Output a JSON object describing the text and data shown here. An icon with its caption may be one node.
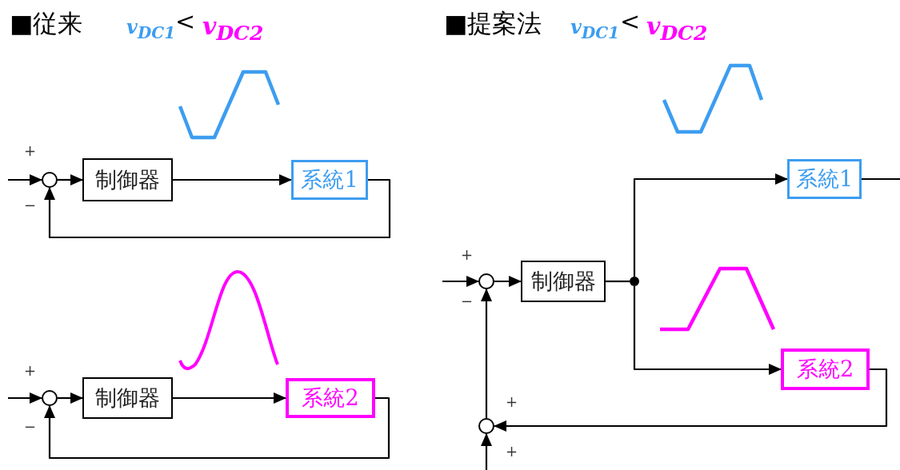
{
  "diagram": {
    "nodes": [
      {
        "text": [],
        "shape": "circle"
      },
      {
        "text": [
          "制御器"
        ]
      },
      {
        "text": [
          "系統1"
        ]
      },
      {
        "text": [],
        "shape": "circle"
      },
      {
        "text": [
          "制御器"
        ]
      },
      {
        "text": [
          "系統2"
        ]
      },
      {
        "text": [],
        "shape": "circle"
      },
      {
        "text": [
          "制御器"
        ]
      },
      {
        "text": [],
        "shape": "circle"
      },
      {
        "text": [
          "系統1"
        ]
      },
      {
        "text": [
          "系統2"
        ]
      },
      {
        "text": [],
        "shape": "circle"
      }
    ],
    "edges": [
      {
        "from": null,
        "to": 0,
        "arrow": "to"
      },
      {
        "from": 0,
        "to": 1,
        "arrow": "to"
      },
      {
        "from": 1,
        "to": 2,
        "arrow": "to"
      },
      {
        "from": 2,
        "to": 0,
        "arrow": "to"
      },
      {
        "from": null,
        "to": 3,
        "arrow": "to"
      },
      {
        "from": 3,
        "to": 4,
        "arrow": "to"
      },
      {
        "from": 4,
        "to": 5,
        "arrow": "to"
      },
      {
        "from": 5,
        "to": 3,
        "arrow": "to"
      },
      {
        "from": null,
        "to": 6,
        "arrow": "to"
      },
      {
        "from": 6,
        "to": 7,
        "arrow": "to"
      },
      {
        "from": 7,
        "to": 8,
        "arrow": "none"
      },
      {
        "from": 8,
        "to": 9,
        "arrow": "to"
      },
      {
        "from": 8,
        "to": 10,
        "arrow": "to"
      },
      {
        "from": 10,
        "to": 11,
        "arrow": "to"
      },
      {
        "from": 11,
        "to": 6,
        "arrow": "to"
      },
      {
        "from": null,
        "to": 11,
        "arrow": "to"
      },
      {
        "from": 9,
        "to": null,
        "arrow": "none"
      }
    ],
    "labels": [
      "■従来",
      "v$_{DC1}$",
      "<",
      "v$_{DC2}$",
      "■提案法",
      "v$_{DC1}$",
      "<",
      "v$_{DC2}$",
      "+",
      "−",
      "+",
      "−",
      "+",
      "−",
      "+",
      "+"
    ]
  }
}
